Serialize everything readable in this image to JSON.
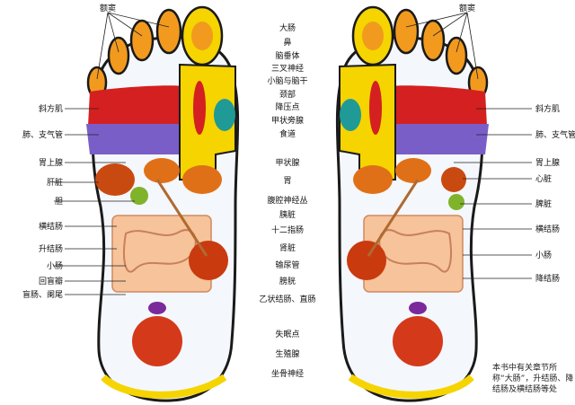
{
  "labels": {
    "sinus_left": "额窦",
    "sinus_right": "额窦",
    "left": [
      "斜方肌",
      "肺、支气管",
      "胃上腺",
      "肝脏",
      "胆",
      "横结肠",
      "升结肠",
      "小肠",
      "回盲瓣",
      "盲肠、阑尾"
    ],
    "center": [
      "大肠",
      "鼻",
      "脑垂体",
      "三叉神经",
      "小脑与脑干",
      "颈部",
      "降压点",
      "甲状旁腺",
      "食道",
      "甲状腺",
      "胃",
      "腹腔神经丛",
      "胰脏",
      "十二指肠",
      "肾脏",
      "输尿管",
      "膀胱",
      "乙状结肠、直肠",
      "失眠点",
      "生殖腺",
      "坐骨神经"
    ],
    "right": [
      "斜方肌",
      "肺、支气管",
      "胃上腺",
      "心脏",
      "脾脏",
      "横结肠",
      "小肠",
      "降结肠"
    ]
  },
  "note": "本书中有关章节所称“大肠”，升结肠、降结肠及横结肠等处",
  "colors": {
    "outline": "#1a1a1a",
    "yellow": "#f5d400",
    "orange": "#f29a1e",
    "red": "#d42020",
    "blue": "#2b4fc4",
    "purple": "#7a5ec8",
    "teal": "#1f9a96",
    "intestine": "#f6c39a",
    "kidney": "#c93a0e",
    "green": "#7fb32a"
  }
}
